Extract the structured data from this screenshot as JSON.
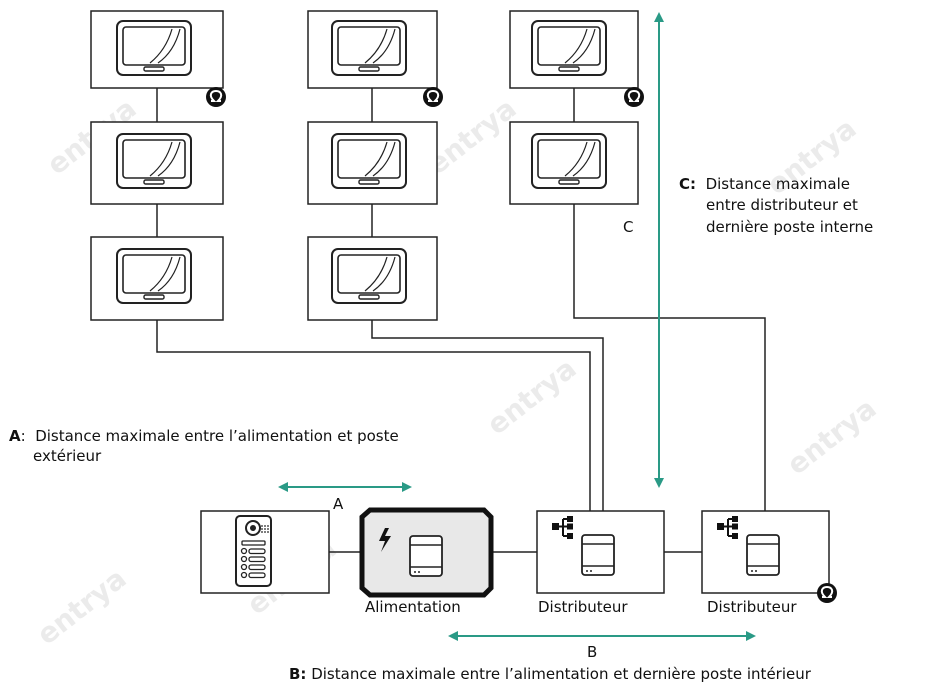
{
  "watermark": "entrya",
  "labels": {
    "a_letter": "A",
    "a_desc": "Distance maximale entre l’alimentation et poste",
    "a_desc2": "extérieur",
    "a_short": "A",
    "b_short": "B",
    "b_letter": "B:",
    "b_desc": "Distance maximale entre l’alimentation et dernière poste intérieur",
    "c_letter": "C:",
    "c_desc1": "Distance maximale",
    "c_desc2": "entre distributeur et",
    "c_desc3": "dernière poste interne",
    "c_short": "C",
    "alimentation": "Alimentation",
    "distributeur1": "Distributeur",
    "distributeur2": "Distributeur"
  },
  "colors": {
    "arrow": "#2a9a86",
    "line": "#222222",
    "psu_fill": "#e8e8e8"
  },
  "icons": [
    "monitor-icon",
    "terminator-icon",
    "lightning-icon",
    "din-module-icon",
    "network-tree-icon",
    "door-station-icon"
  ]
}
